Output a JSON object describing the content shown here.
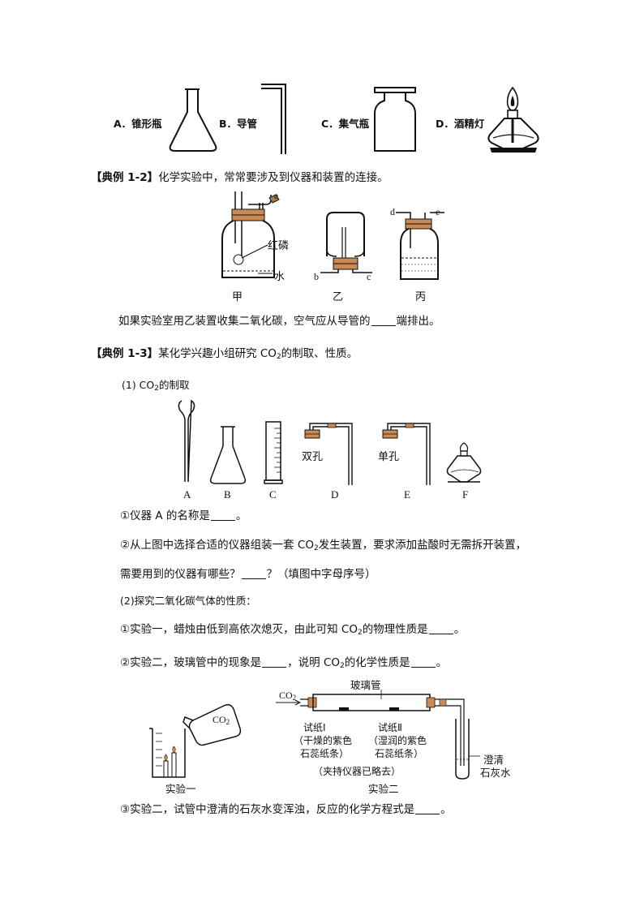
{
  "top_options": {
    "a": "A．锥形瓶",
    "b": "B．导管",
    "c": "C．集气瓶",
    "d": "D．酒精灯"
  },
  "ex12": {
    "tag": "【典例 1-2】",
    "text": "化学实验中，常常要涉及到仪器和装置的连接。",
    "fig": {
      "a": "a",
      "hongling": "红磷",
      "shui": "水",
      "jia": "甲",
      "yi": "乙",
      "bing": "丙",
      "b": "b",
      "c": "c",
      "d": "d",
      "e": "e"
    },
    "question_pre": "如果实验室用乙装置收集二氧化碳，空气应从导管的",
    "question_post": "端排出。"
  },
  "ex13": {
    "tag": "【典例 1-3】",
    "text_pre": "某化学兴趣小组研究 CO",
    "text_sub": "2",
    "text_post": "的制取、性质。",
    "part1_title_pre": "(1) CO",
    "part1_title_sub": "2",
    "part1_title_post": "的制取",
    "fig1": {
      "A": "A",
      "B": "B",
      "C": "C",
      "D": "D",
      "E": "E",
      "F": "F",
      "shuangkong": "双孔",
      "dankong": "单孔"
    },
    "q1_pre": "①仪器 A 的名称是",
    "q1_post": "。",
    "q2_line1_pre": "②从上图中选择合适的仪器组装一套 CO",
    "q2_line1_sub": "2",
    "q2_line1_post": "发生装置，要求添加盐酸时无需拆开装置，",
    "q2_line2_pre": "需要用到的仪器有哪些？",
    "q2_line2_post": "？（填图中字母序号）",
    "part2_title": "(2)探究二氧化碳气体的性质：",
    "p2q1_pre": "①实验一，蜡烛由低到高依次熄灭，由此可知 CO",
    "p2q1_sub": "2",
    "p2q1_post": "的物理性质是",
    "p2q1_end": "。",
    "p2q2_pre": "②实验二，玻璃管中的现象是",
    "p2q2_mid": "，说明 CO",
    "p2q2_sub": "2",
    "p2q2_post": "的化学性质是",
    "p2q2_end": "。",
    "fig2": {
      "co2_in": "CO",
      "co2_in_sub": "2",
      "glass_tube": "玻璃管",
      "paper1": "试纸Ⅰ",
      "paper1_desc1": "（干燥的紫色",
      "paper1_desc2": "石蕊纸条）",
      "paper2": "试纸Ⅱ",
      "paper2_desc1": "（湿润的紫色",
      "paper2_desc2": "石蕊纸条）",
      "clamp_note": "（夹持仪器已略去）",
      "exp1": "实验一",
      "exp2": "实验二",
      "limewater1": "澄清",
      "limewater2": "石灰水",
      "co2_bottle": "CO",
      "co2_bottle_sub": "2"
    },
    "p2q3_pre": "③实验二，试管中澄清的石灰水变浑浊，反应的化学方程式是",
    "p2q3_end": "。"
  }
}
